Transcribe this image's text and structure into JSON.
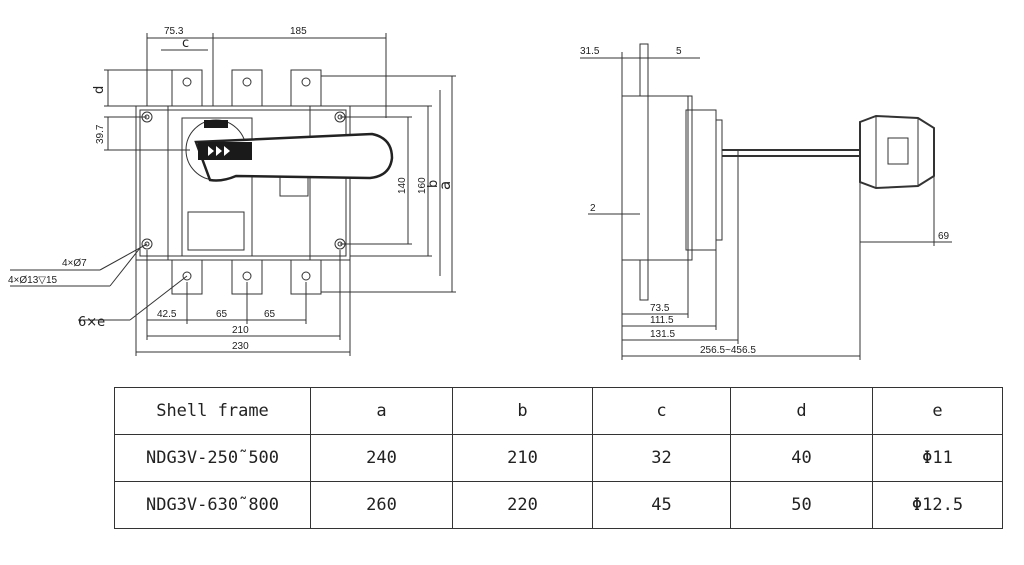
{
  "front_view": {
    "dims_top": [
      "75.3",
      "c",
      "185"
    ],
    "dims_left": [
      "d",
      "39.7"
    ],
    "dims_right": [
      "140",
      "160",
      "b",
      "a"
    ],
    "dims_bottom": [
      "42.5",
      "65",
      "65",
      "210",
      "230"
    ],
    "callouts": [
      "4×Ø7",
      "4×Ø13▽15",
      "6×e"
    ]
  },
  "side_view": {
    "dims_top": [
      "31.5",
      "5"
    ],
    "dim_left": "2",
    "dim_right": "69",
    "dims_bottom": [
      "73.5",
      "111.5",
      "131.5",
      "256.5~456.5"
    ]
  },
  "table": {
    "headers": [
      "Shell frame",
      "a",
      "b",
      "c",
      "d",
      "e"
    ],
    "rows": [
      [
        "NDG3V-250˜500",
        "240",
        "210",
        "32",
        "40",
        "Φ11"
      ],
      [
        "NDG3V-630˜800",
        "260",
        "220",
        "45",
        "50",
        "Φ12.5"
      ]
    ]
  },
  "colors": {
    "line": "#333333",
    "fill_dark": "#1a1a1a",
    "background": "#ffffff"
  }
}
